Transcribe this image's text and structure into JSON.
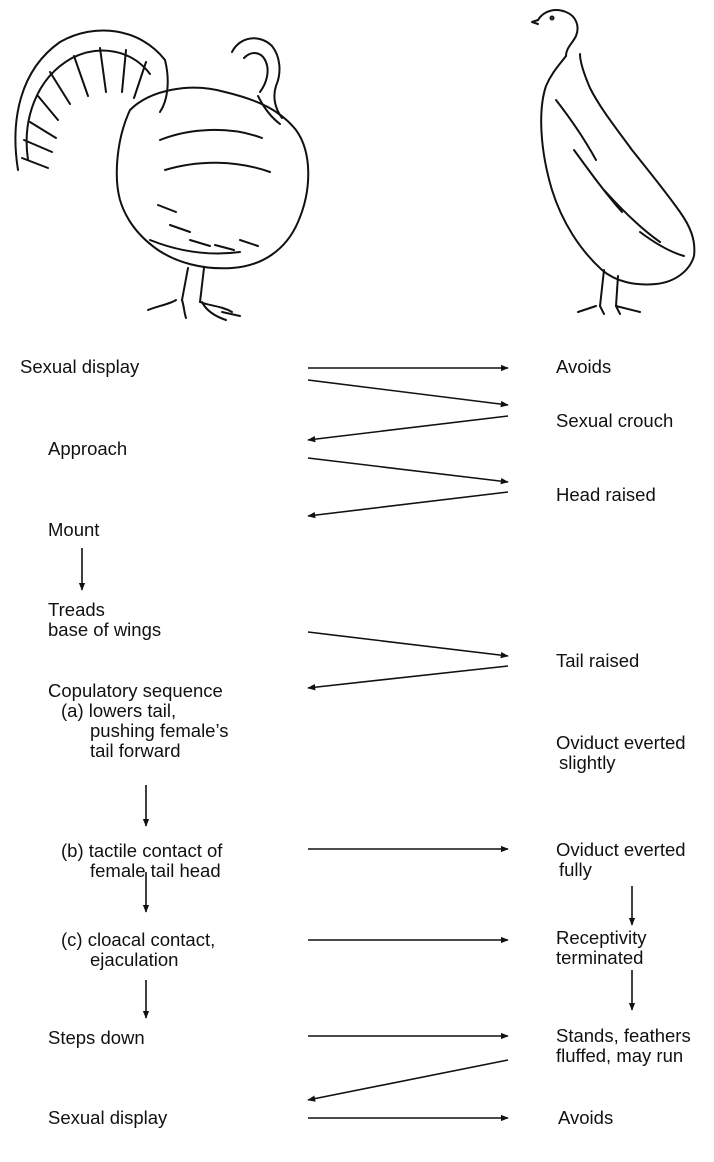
{
  "illustrations": {
    "male_icon": "turkey-male-display-icon",
    "female_icon": "turkey-female-icon"
  },
  "colors": {
    "ink": "#111111",
    "background": "#ffffff"
  },
  "male": {
    "sexual_display": "Sexual display",
    "approach": "Approach",
    "mount": "Mount",
    "treads_1": "Treads",
    "treads_2": "base of wings",
    "copulatory_sequence": "Copulatory sequence",
    "a_1": "(a) lowers tail,",
    "a_2": "pushing female’s",
    "a_3": "tail forward",
    "b_1": "(b) tactile contact of",
    "b_2": "female tail head",
    "c_1": "(c) cloacal contact,",
    "c_2": "ejaculation",
    "steps_down": "Steps down",
    "sexual_display_end": "Sexual display"
  },
  "female": {
    "avoids": "Avoids",
    "sexual_crouch": "Sexual crouch",
    "head_raised": "Head raised",
    "tail_raised": "Tail raised",
    "oviduct_slightly_1": "Oviduct everted",
    "oviduct_slightly_2": "slightly",
    "oviduct_fully_1": "Oviduct everted",
    "oviduct_fully_2": "fully",
    "receptivity_1": "Receptivity",
    "receptivity_2": "terminated",
    "stands_1": "Stands, feathers",
    "stands_2": "fluffed, may run",
    "avoids_end": "Avoids"
  }
}
